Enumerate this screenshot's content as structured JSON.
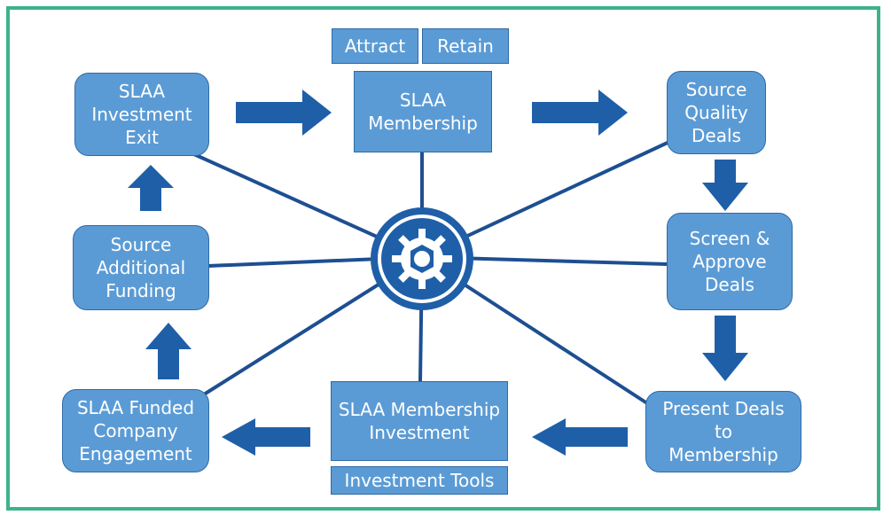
{
  "colors": {
    "border": "#3db38b",
    "box_fill": "#5b9bd5",
    "box_edge": "#2e6aa8",
    "arrow": "#1f5fa8",
    "spoke": "#1d4f91",
    "hub": "#1f5fa8"
  },
  "nodes": {
    "investment_exit": [
      "SLAA",
      "Investment",
      "Exit"
    ],
    "membership": [
      "SLAA",
      "Membership"
    ],
    "source_quality_deals": [
      "Source",
      "Quality",
      "Deals"
    ],
    "screen_approve_deals": [
      "Screen &",
      "Approve",
      "Deals"
    ],
    "present_deals": [
      "Present Deals",
      "to",
      "Membership"
    ],
    "membership_investment": [
      "SLAA Membership",
      "Investment"
    ],
    "funded_company_engagement": [
      "SLAA Funded",
      "Company",
      "Engagement"
    ],
    "source_additional_funding": [
      "Source",
      "Additional",
      "Funding"
    ]
  },
  "tags": {
    "attract": "Attract",
    "retain": "Retain",
    "investment_tools": "Investment Tools"
  },
  "hub_icon": "gear-icon"
}
